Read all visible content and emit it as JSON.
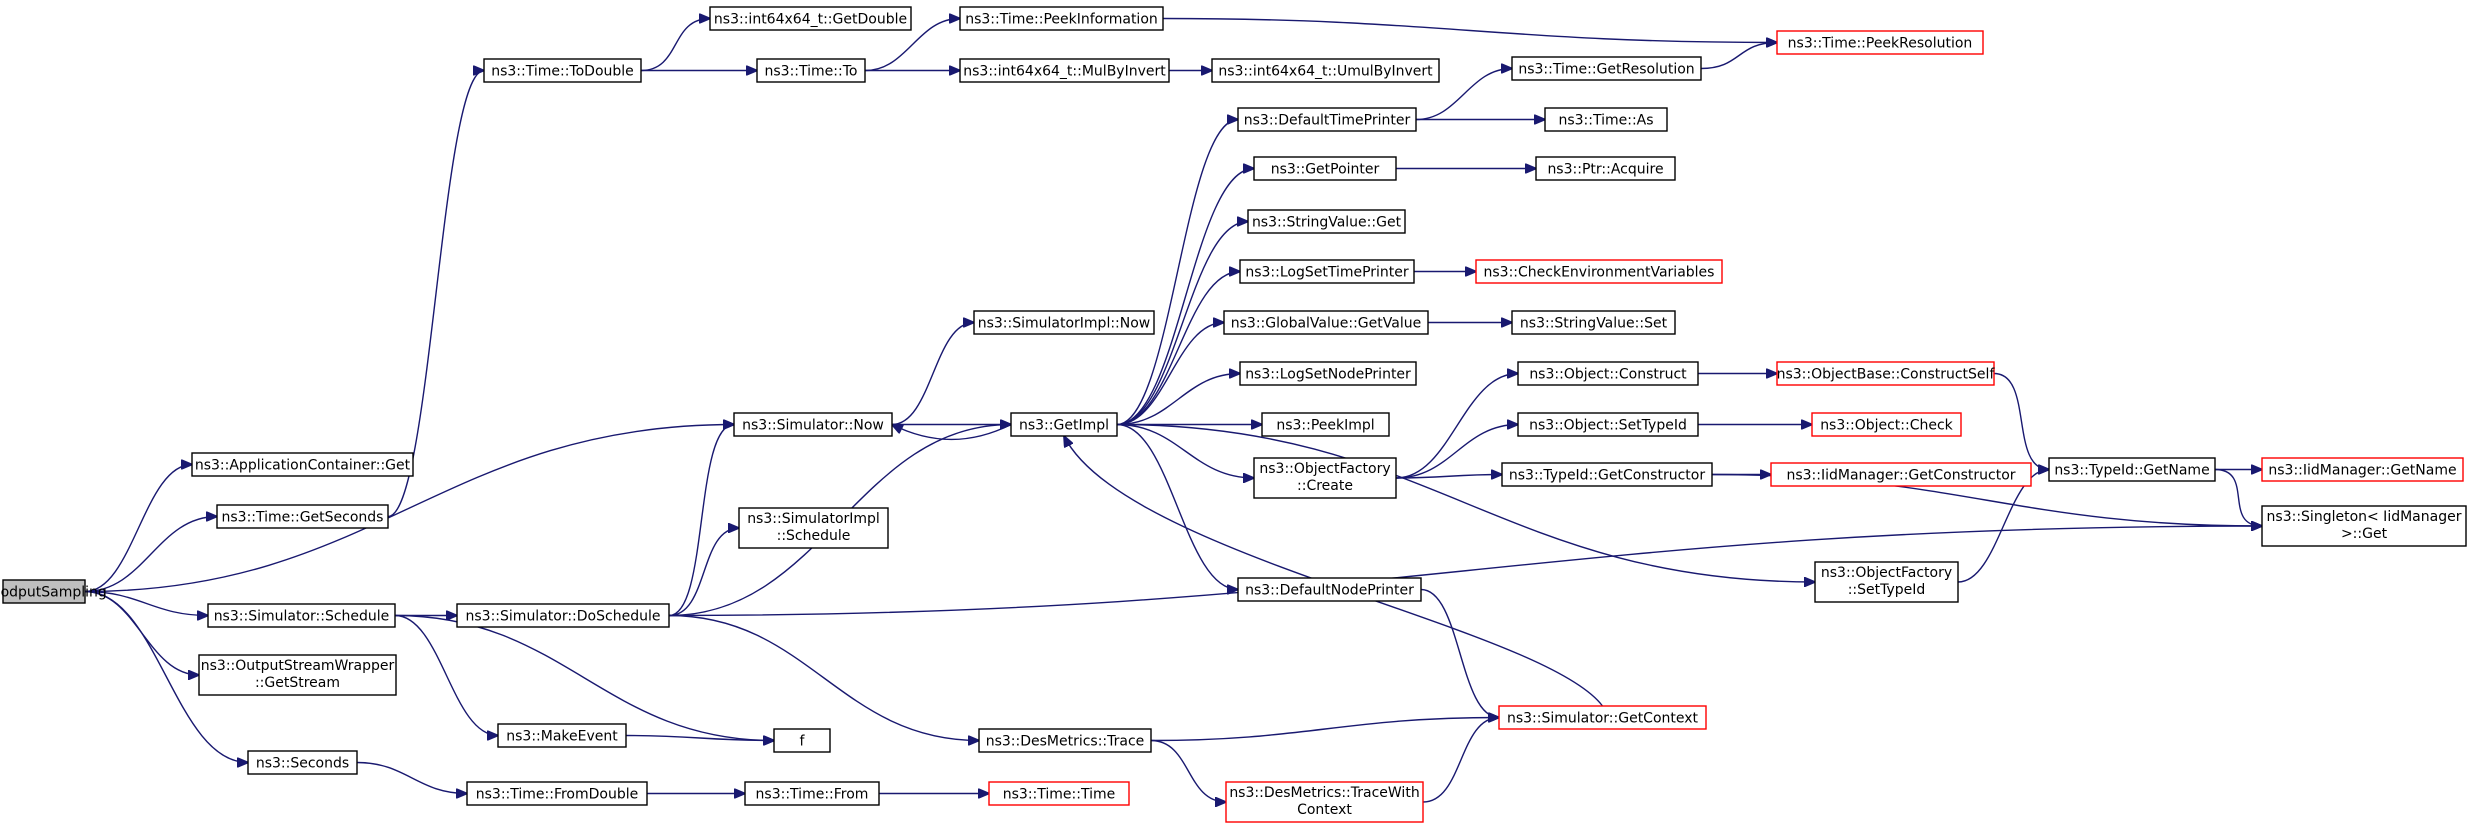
{
  "graph": {
    "colors": {
      "edge": "#191970",
      "node_border": "#000000",
      "truncated_border": "#ff0000",
      "root_fill": "#bfbfbf",
      "node_fill": "#ffffff"
    },
    "nodes": [
      {
        "id": "root",
        "lines": [
          "GoodputSampling"
        ],
        "kind": "root"
      },
      {
        "id": "appget",
        "lines": [
          "ns3::ApplicationContainer::Get"
        ],
        "kind": "normal"
      },
      {
        "id": "getseconds",
        "lines": [
          "ns3::Time::GetSeconds"
        ],
        "kind": "normal"
      },
      {
        "id": "todouble",
        "lines": [
          "ns3::Time::ToDouble"
        ],
        "kind": "normal"
      },
      {
        "id": "i64getdouble",
        "lines": [
          "ns3::int64x64_t::GetDouble"
        ],
        "kind": "normal"
      },
      {
        "id": "timeto",
        "lines": [
          "ns3::Time::To"
        ],
        "kind": "normal"
      },
      {
        "id": "peekinfo",
        "lines": [
          "ns3::Time::PeekInformation"
        ],
        "kind": "normal"
      },
      {
        "id": "peekres",
        "lines": [
          "ns3::Time::PeekResolution"
        ],
        "kind": "truncated"
      },
      {
        "id": "mulbyinvert",
        "lines": [
          "ns3::int64x64_t::MulByInvert"
        ],
        "kind": "normal"
      },
      {
        "id": "umulbyinvert",
        "lines": [
          "ns3::int64x64_t::UmulByInvert"
        ],
        "kind": "normal"
      },
      {
        "id": "getresolution",
        "lines": [
          "ns3::Time::GetResolution"
        ],
        "kind": "normal"
      },
      {
        "id": "deftimeprinter",
        "lines": [
          "ns3::DefaultTimePrinter"
        ],
        "kind": "normal"
      },
      {
        "id": "timeas",
        "lines": [
          "ns3::Time::As"
        ],
        "kind": "normal"
      },
      {
        "id": "getpointer",
        "lines": [
          "ns3::GetPointer"
        ],
        "kind": "normal"
      },
      {
        "id": "ptracquire",
        "lines": [
          "ns3::Ptr::Acquire"
        ],
        "kind": "normal"
      },
      {
        "id": "strvalget",
        "lines": [
          "ns3::StringValue::Get"
        ],
        "kind": "normal"
      },
      {
        "id": "logsettime",
        "lines": [
          "ns3::LogSetTimePrinter"
        ],
        "kind": "normal"
      },
      {
        "id": "checkenv",
        "lines": [
          "ns3::CheckEnvironmentVariables"
        ],
        "kind": "truncated"
      },
      {
        "id": "simimplnow",
        "lines": [
          "ns3::SimulatorImpl::Now"
        ],
        "kind": "normal"
      },
      {
        "id": "globalget",
        "lines": [
          "ns3::GlobalValue::GetValue"
        ],
        "kind": "normal"
      },
      {
        "id": "strvalset",
        "lines": [
          "ns3::StringValue::Set"
        ],
        "kind": "normal"
      },
      {
        "id": "logsetnode",
        "lines": [
          "ns3::LogSetNodePrinter"
        ],
        "kind": "normal"
      },
      {
        "id": "objconstruct",
        "lines": [
          "ns3::Object::Construct"
        ],
        "kind": "normal"
      },
      {
        "id": "constructself",
        "lines": [
          "ns3::ObjectBase::ConstructSelf"
        ],
        "kind": "truncated"
      },
      {
        "id": "simnow",
        "lines": [
          "ns3::Simulator::Now"
        ],
        "kind": "normal"
      },
      {
        "id": "getimpl",
        "lines": [
          "ns3::GetImpl"
        ],
        "kind": "normal"
      },
      {
        "id": "peekimpl",
        "lines": [
          "ns3::PeekImpl"
        ],
        "kind": "normal"
      },
      {
        "id": "objsettypeid",
        "lines": [
          "ns3::Object::SetTypeId"
        ],
        "kind": "normal"
      },
      {
        "id": "objcheck",
        "lines": [
          "ns3::Object::Check"
        ],
        "kind": "truncated"
      },
      {
        "id": "typeidgetname",
        "lines": [
          "ns3::TypeId::GetName"
        ],
        "kind": "normal"
      },
      {
        "id": "iidgetname",
        "lines": [
          "ns3::IidManager::GetName"
        ],
        "kind": "truncated"
      },
      {
        "id": "objfactcreate",
        "lines": [
          "ns3::ObjectFactory",
          "::Create"
        ],
        "kind": "normal"
      },
      {
        "id": "typeidgetcons",
        "lines": [
          "ns3::TypeId::GetConstructor"
        ],
        "kind": "normal"
      },
      {
        "id": "iidgetcons",
        "lines": [
          "ns3::IidManager::GetConstructor"
        ],
        "kind": "truncated"
      },
      {
        "id": "singletonget",
        "lines": [
          "ns3::Singleton< IidManager",
          " >::Get"
        ],
        "kind": "normal"
      },
      {
        "id": "simimplschedule",
        "lines": [
          "ns3::SimulatorImpl",
          "::Schedule"
        ],
        "kind": "normal"
      },
      {
        "id": "objfactsettypeid",
        "lines": [
          "ns3::ObjectFactory",
          "::SetTypeId"
        ],
        "kind": "normal"
      },
      {
        "id": "defnodeprinter",
        "lines": [
          "ns3::DefaultNodePrinter"
        ],
        "kind": "normal"
      },
      {
        "id": "simschedule",
        "lines": [
          "ns3::Simulator::Schedule"
        ],
        "kind": "normal"
      },
      {
        "id": "simdoschedule",
        "lines": [
          "ns3::Simulator::DoSchedule"
        ],
        "kind": "normal"
      },
      {
        "id": "oswgetstream",
        "lines": [
          "ns3::OutputStreamWrapper",
          "::GetStream"
        ],
        "kind": "normal"
      },
      {
        "id": "simgetcontext",
        "lines": [
          "ns3::Simulator::GetContext"
        ],
        "kind": "truncated"
      },
      {
        "id": "makeevent",
        "lines": [
          "ns3::MakeEvent"
        ],
        "kind": "normal"
      },
      {
        "id": "f",
        "lines": [
          "f"
        ],
        "kind": "normal"
      },
      {
        "id": "desmetricstrace",
        "lines": [
          "ns3::DesMetrics::Trace"
        ],
        "kind": "normal"
      },
      {
        "id": "seconds",
        "lines": [
          "ns3::Seconds"
        ],
        "kind": "normal"
      },
      {
        "id": "timefromdouble",
        "lines": [
          "ns3::Time::FromDouble"
        ],
        "kind": "normal"
      },
      {
        "id": "timefrom",
        "lines": [
          "ns3::Time::From"
        ],
        "kind": "normal"
      },
      {
        "id": "timetime",
        "lines": [
          "ns3::Time::Time"
        ],
        "kind": "truncated"
      },
      {
        "id": "tracewithcontext",
        "lines": [
          "ns3::DesMetrics::TraceWith",
          "Context"
        ],
        "kind": "truncated"
      }
    ],
    "edges": [
      [
        "root",
        "appget"
      ],
      [
        "root",
        "getseconds"
      ],
      [
        "root",
        "simnow"
      ],
      [
        "root",
        "simschedule"
      ],
      [
        "root",
        "oswgetstream"
      ],
      [
        "root",
        "seconds"
      ],
      [
        "getseconds",
        "todouble"
      ],
      [
        "todouble",
        "i64getdouble"
      ],
      [
        "todouble",
        "timeto"
      ],
      [
        "timeto",
        "peekinfo"
      ],
      [
        "timeto",
        "mulbyinvert"
      ],
      [
        "peekinfo",
        "peekres"
      ],
      [
        "mulbyinvert",
        "umulbyinvert"
      ],
      [
        "simnow",
        "simimplnow"
      ],
      [
        "simnow",
        "getimpl"
      ],
      [
        "getimpl",
        "deftimeprinter"
      ],
      [
        "getimpl",
        "getpointer"
      ],
      [
        "getimpl",
        "strvalget"
      ],
      [
        "getimpl",
        "logsettime"
      ],
      [
        "getimpl",
        "globalget"
      ],
      [
        "getimpl",
        "logsetnode"
      ],
      [
        "getimpl",
        "peekimpl"
      ],
      [
        "getimpl",
        "objfactcreate"
      ],
      [
        "getimpl",
        "objfactsettypeid"
      ],
      [
        "getimpl",
        "defnodeprinter"
      ],
      [
        "getimpl",
        "simnow"
      ],
      [
        "deftimeprinter",
        "getresolution"
      ],
      [
        "deftimeprinter",
        "timeas"
      ],
      [
        "getresolution",
        "peekres"
      ],
      [
        "getpointer",
        "ptracquire"
      ],
      [
        "logsettime",
        "checkenv"
      ],
      [
        "globalget",
        "strvalset"
      ],
      [
        "objfactcreate",
        "objconstruct"
      ],
      [
        "objfactcreate",
        "objsettypeid"
      ],
      [
        "objfactcreate",
        "typeidgetcons"
      ],
      [
        "objconstruct",
        "constructself"
      ],
      [
        "objsettypeid",
        "objcheck"
      ],
      [
        "constructself",
        "typeidgetname"
      ],
      [
        "typeidgetname",
        "iidgetname"
      ],
      [
        "typeidgetname",
        "singletonget"
      ],
      [
        "typeidgetcons",
        "iidgetcons"
      ],
      [
        "typeidgetcons",
        "singletonget"
      ],
      [
        "objfactsettypeid",
        "typeidgetname"
      ],
      [
        "defnodeprinter",
        "simgetcontext"
      ],
      [
        "simgetcontext",
        "getimpl"
      ],
      [
        "simschedule",
        "simdoschedule"
      ],
      [
        "simschedule",
        "makeevent"
      ],
      [
        "simschedule",
        "f"
      ],
      [
        "simdoschedule",
        "simnow"
      ],
      [
        "simdoschedule",
        "simimplschedule"
      ],
      [
        "simdoschedule",
        "getimpl"
      ],
      [
        "simdoschedule",
        "desmetricstrace"
      ],
      [
        "simdoschedule",
        "singletonget"
      ],
      [
        "makeevent",
        "f"
      ],
      [
        "desmetricstrace",
        "simgetcontext"
      ],
      [
        "desmetricstrace",
        "tracewithcontext"
      ],
      [
        "tracewithcontext",
        "simgetcontext"
      ],
      [
        "seconds",
        "timefromdouble"
      ],
      [
        "timefromdouble",
        "timefrom"
      ],
      [
        "timefrom",
        "timetime"
      ]
    ]
  }
}
